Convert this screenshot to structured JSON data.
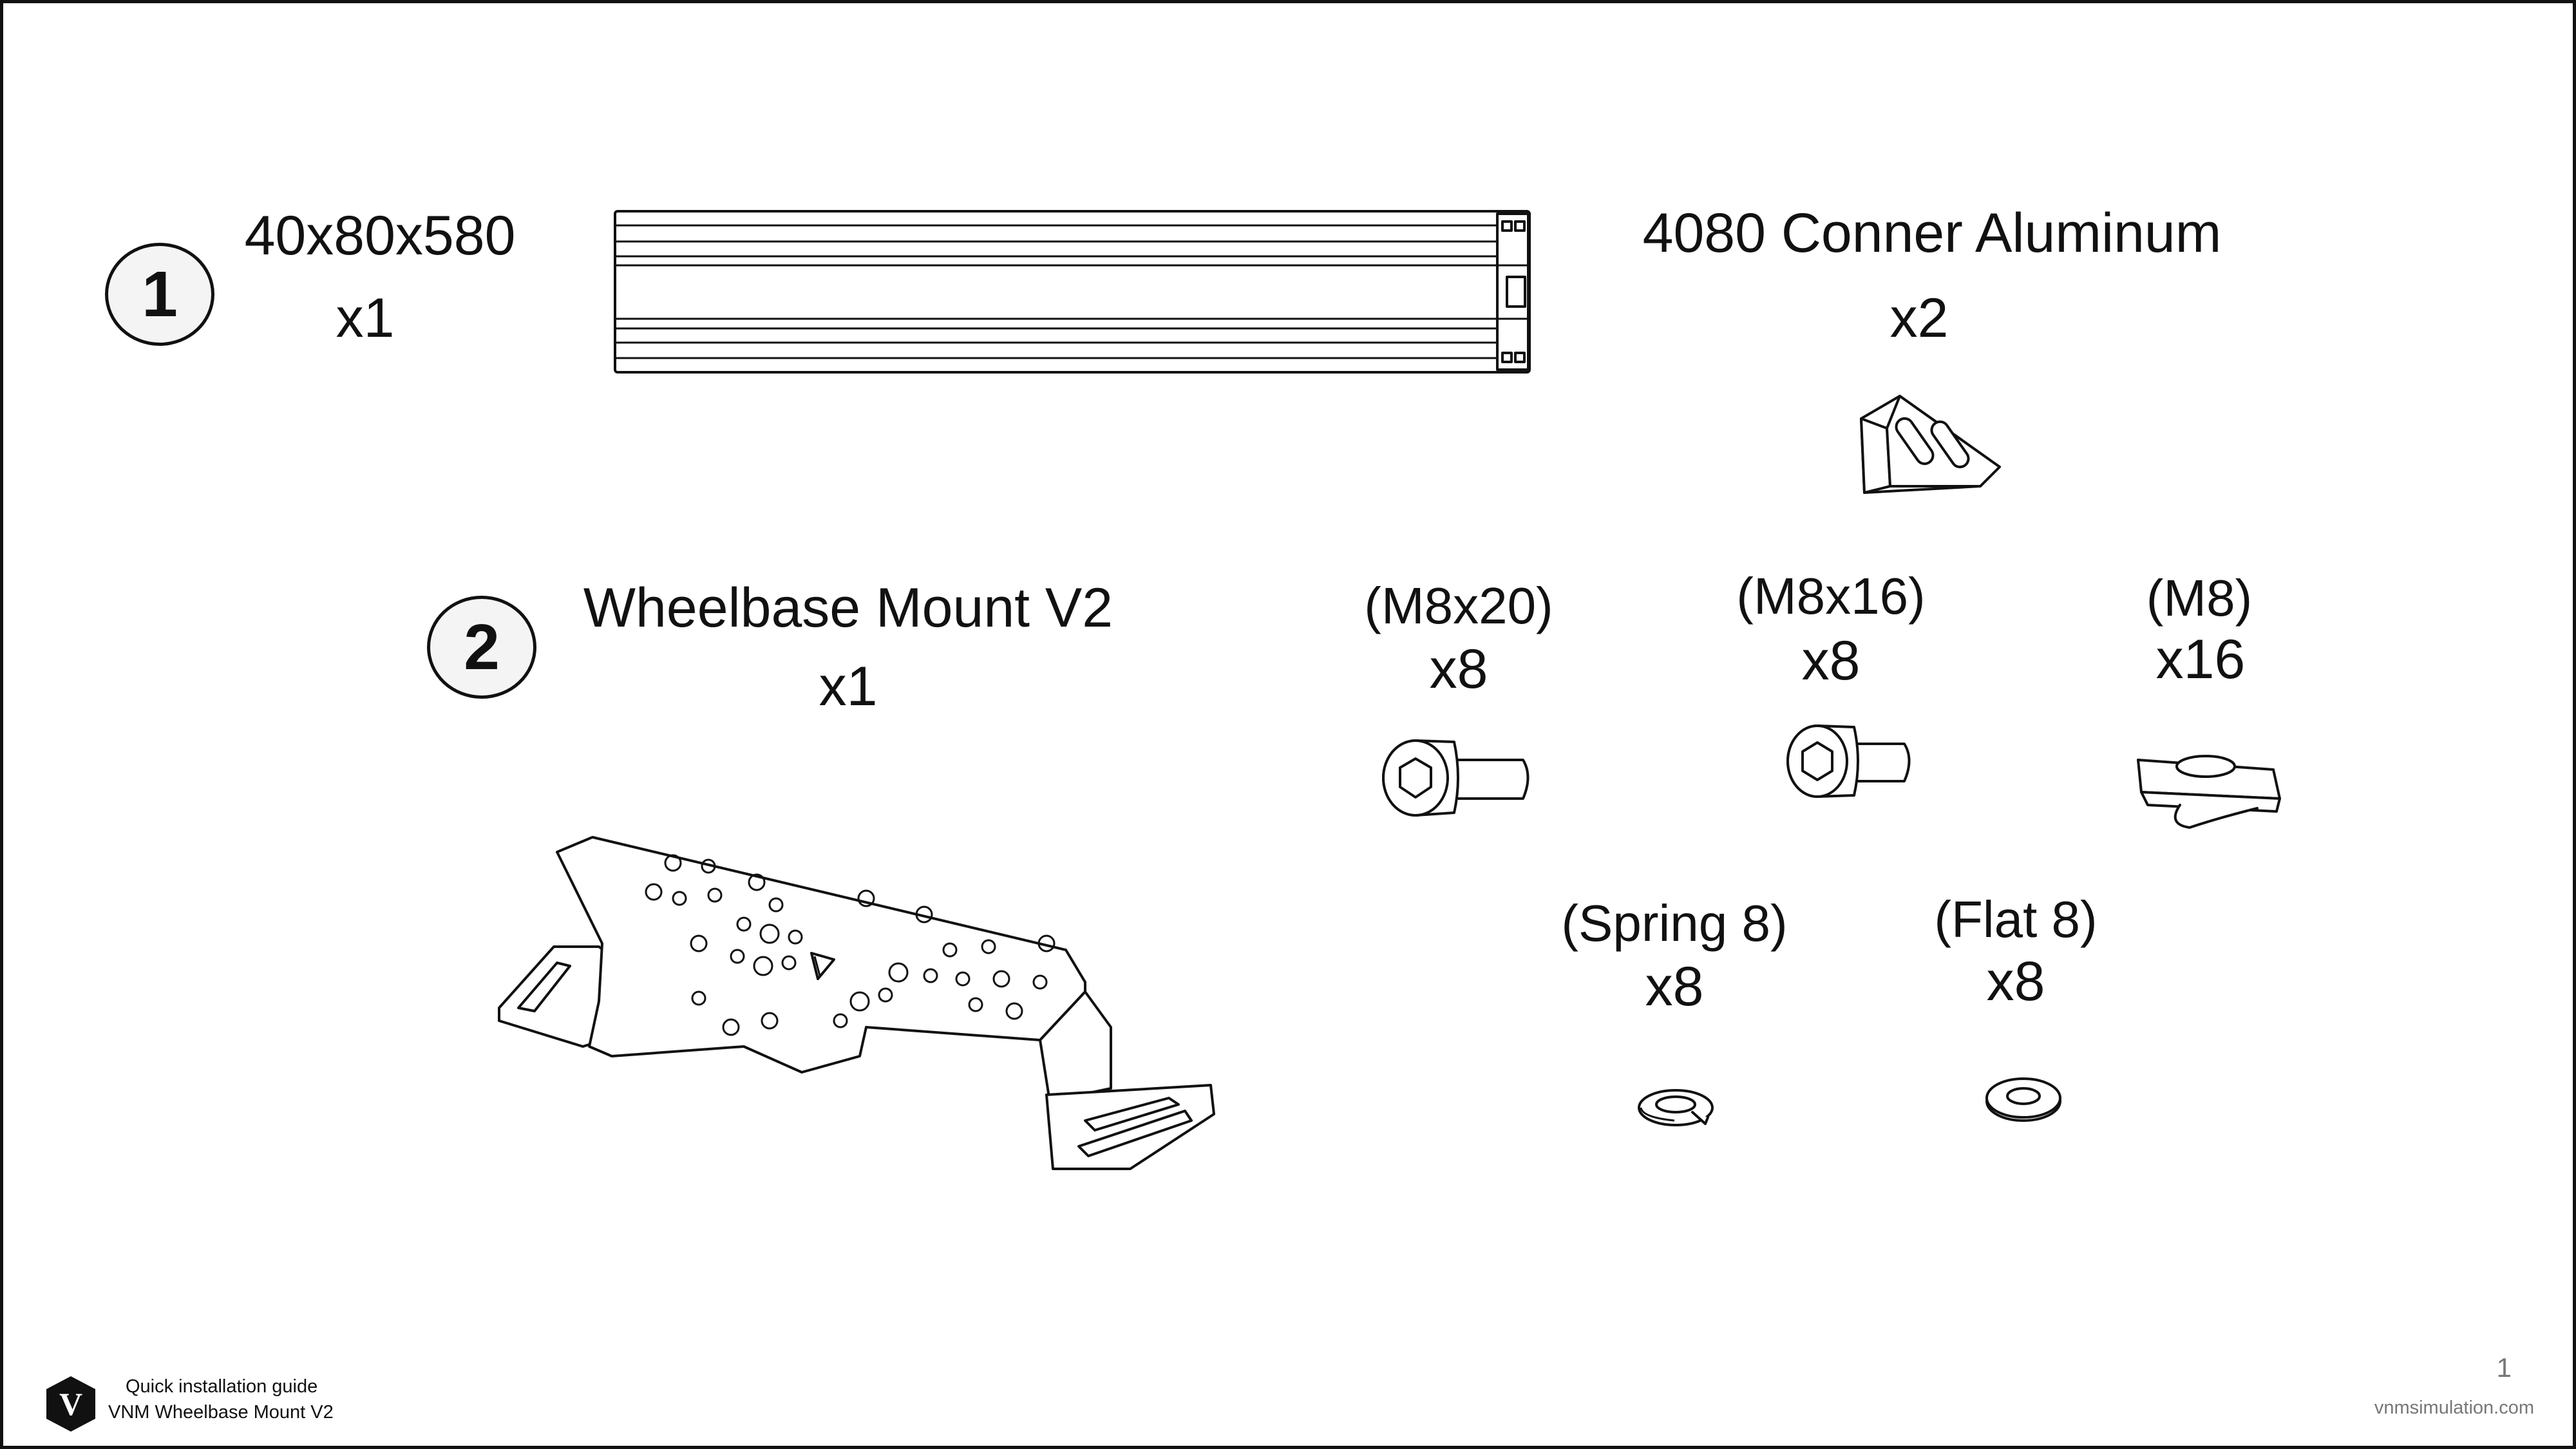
{
  "sections": [
    {
      "number": "1"
    },
    {
      "number": "2"
    }
  ],
  "parts": {
    "profile": {
      "name": "40x80x580",
      "qty": "x1"
    },
    "corner": {
      "name": "4080 Conner Aluminum",
      "qty": "x2"
    },
    "mount": {
      "name": "Wheelbase Mount V2",
      "qty": "x1"
    },
    "bolt_m8x20": {
      "name": "(M8x20)",
      "qty": "x8"
    },
    "bolt_m8x16": {
      "name": "(M8x16)",
      "qty": "x8"
    },
    "tnut_m8": {
      "name": "(M8)",
      "qty": "x16"
    },
    "spring_washer": {
      "name": "(Spring 8)",
      "qty": "x8"
    },
    "flat_washer": {
      "name": "(Flat 8)",
      "qty": "x8"
    }
  },
  "footer": {
    "logo_letter": "V",
    "line1": "Quick installation guide",
    "line2": "VNM Wheelbase Mount V2",
    "page_number": "1",
    "website": "vnmsimulation.com"
  }
}
